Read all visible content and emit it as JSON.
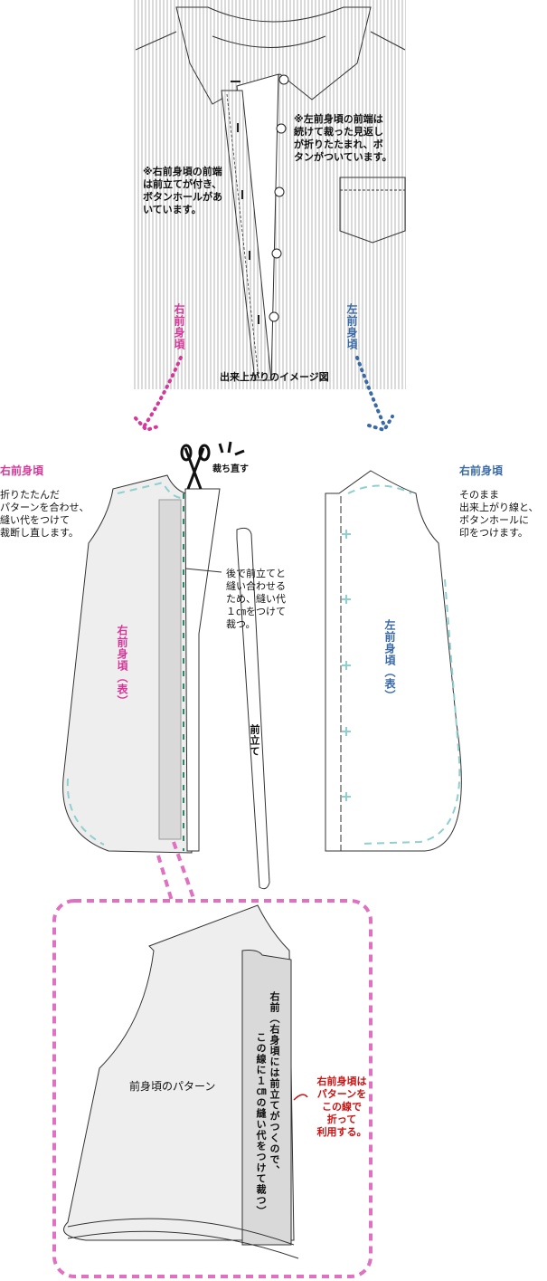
{
  "top_illustration": {
    "caption": "出来上がりのイメージ図",
    "note_right_front": "※右前身頃の前端\nは前立てが付き、\nボタンホールがあ\nいています。",
    "note_left_front": "※左前身頃の前端は\n続けて裁った見返し\nが折りたたまれ、ボ\nタンがついています。",
    "label_right": "右前身頃",
    "label_left": "左前身頃"
  },
  "middle": {
    "right_heading": "右前身頃",
    "right_desc": "折りたたんだ\nパターンを合わせ、\n縫い代をつけて\n裁断し直します。",
    "scissors_label": "裁ち直す",
    "seam_note": "後で前立てと\n縫い合わせる\nため、縫い代\n１㎝をつけて\n裁つ。",
    "right_piece_label": "右前身頃（表）",
    "placket_label": "前立て",
    "left_heading": "右前身頃",
    "left_desc": "そのまま\n出来上がり線と、\nボタンホールに\n印をつけます。",
    "left_piece_label": "左前身頃（表）"
  },
  "detail": {
    "pattern_label": "前身頃のパターン",
    "strip_label_1": "右前（右身頃には前立てがつくので、",
    "strip_label_2": "この線に１㎝の縫い代をつけて裁つ）",
    "note": "右前身頃は\nパターンを\nこの線で\n折って\n利用する。"
  },
  "colors": {
    "pink": "#d6389a",
    "blue": "#3a6aa6",
    "red": "#cc1111",
    "dash_pink": "#e070c0",
    "teal": "#8fd0cf"
  }
}
